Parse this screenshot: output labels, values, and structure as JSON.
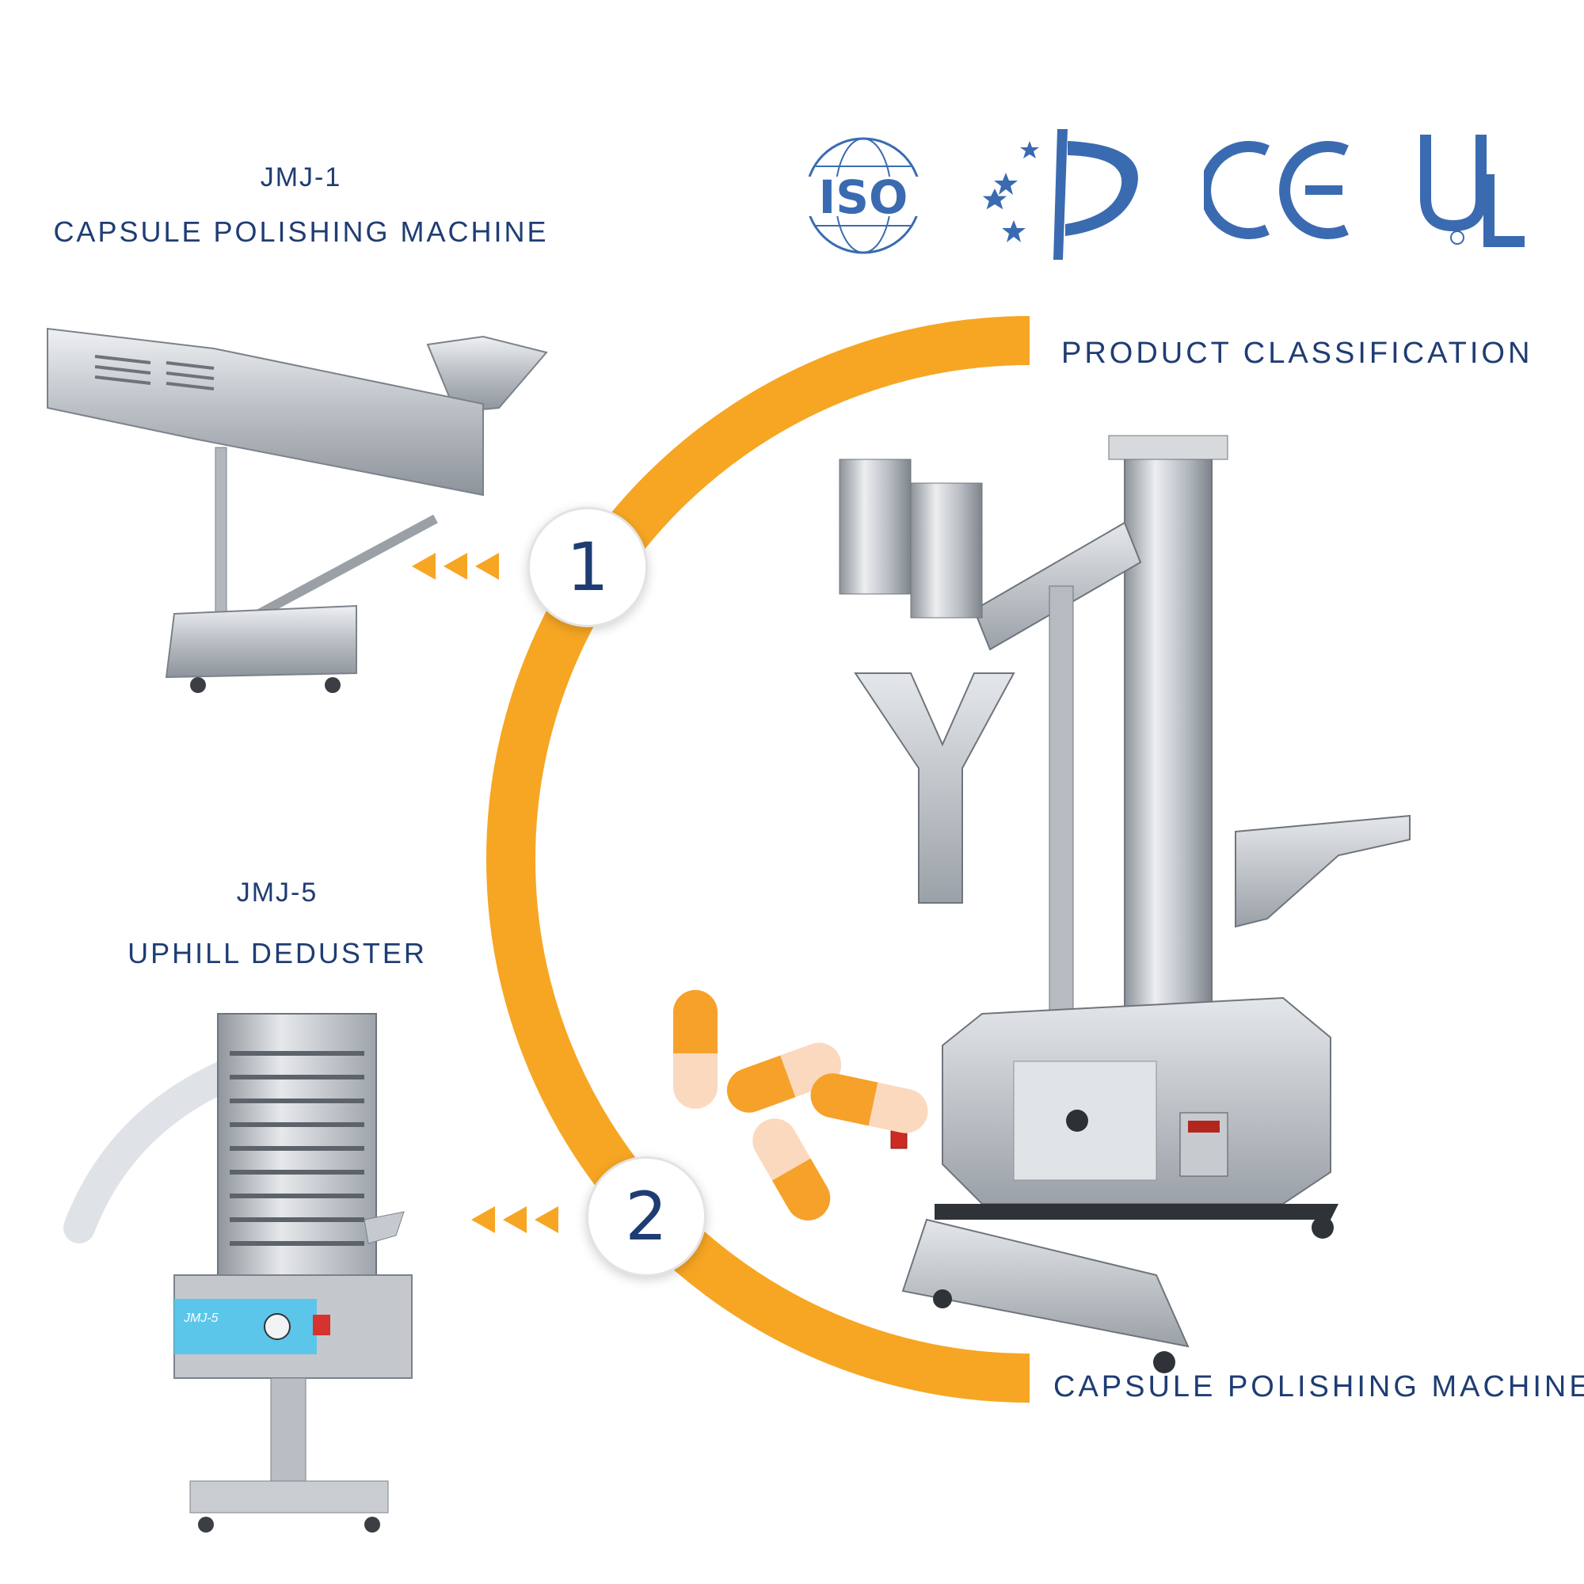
{
  "products": [
    {
      "model": "JMJ-1",
      "name": "CAPSULE POLISHING MACHINE",
      "step": "1"
    },
    {
      "model": "JMJ-5",
      "name": "UPHILL DEDUSTER",
      "step": "2",
      "panel_label": "JMJ-5"
    }
  ],
  "section_title": "PRODUCT CLASSIFICATION",
  "main_caption": "CAPSULE POLISHING MACHINE",
  "certifications": [
    {
      "name": "ISO",
      "icon": "iso-globe-logo"
    },
    {
      "name": "CE",
      "icon": "ce-mark"
    },
    {
      "name": "UL",
      "icon": "ul-mark"
    }
  ],
  "colors": {
    "accent_orange": "#f6a623",
    "text_blue": "#1f3d73",
    "logo_blue": "#3a6bb1",
    "steel": "#c9cdd2"
  }
}
